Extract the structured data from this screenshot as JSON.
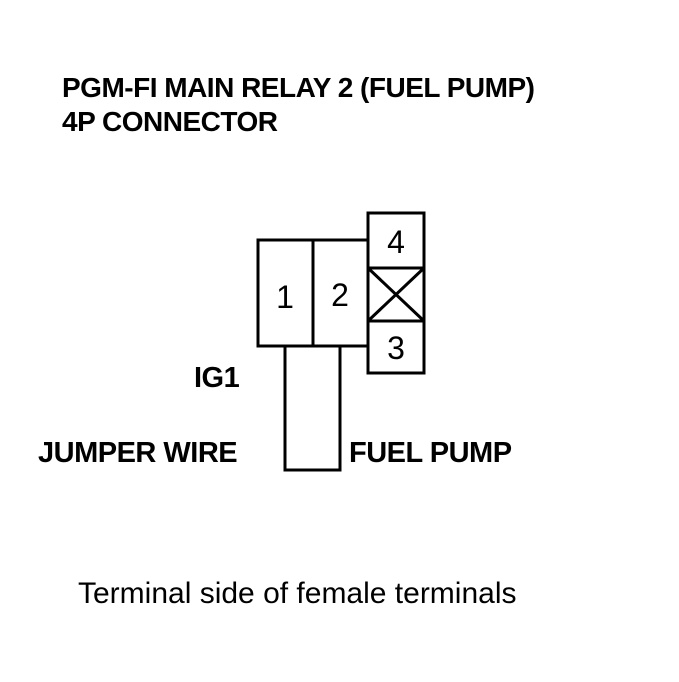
{
  "diagram": {
    "title_line1": "PGM-FI MAIN RELAY 2 (FUEL PUMP)",
    "title_line2": "4P CONNECTOR",
    "pins": {
      "pin1": "1",
      "pin2": "2",
      "pin3": "3",
      "pin4": "4"
    },
    "labels": {
      "ig1": "IG1",
      "jumper_wire": "JUMPER WIRE",
      "fuel_pump": "FUEL PUMP"
    },
    "caption": "Terminal side of female terminals"
  }
}
